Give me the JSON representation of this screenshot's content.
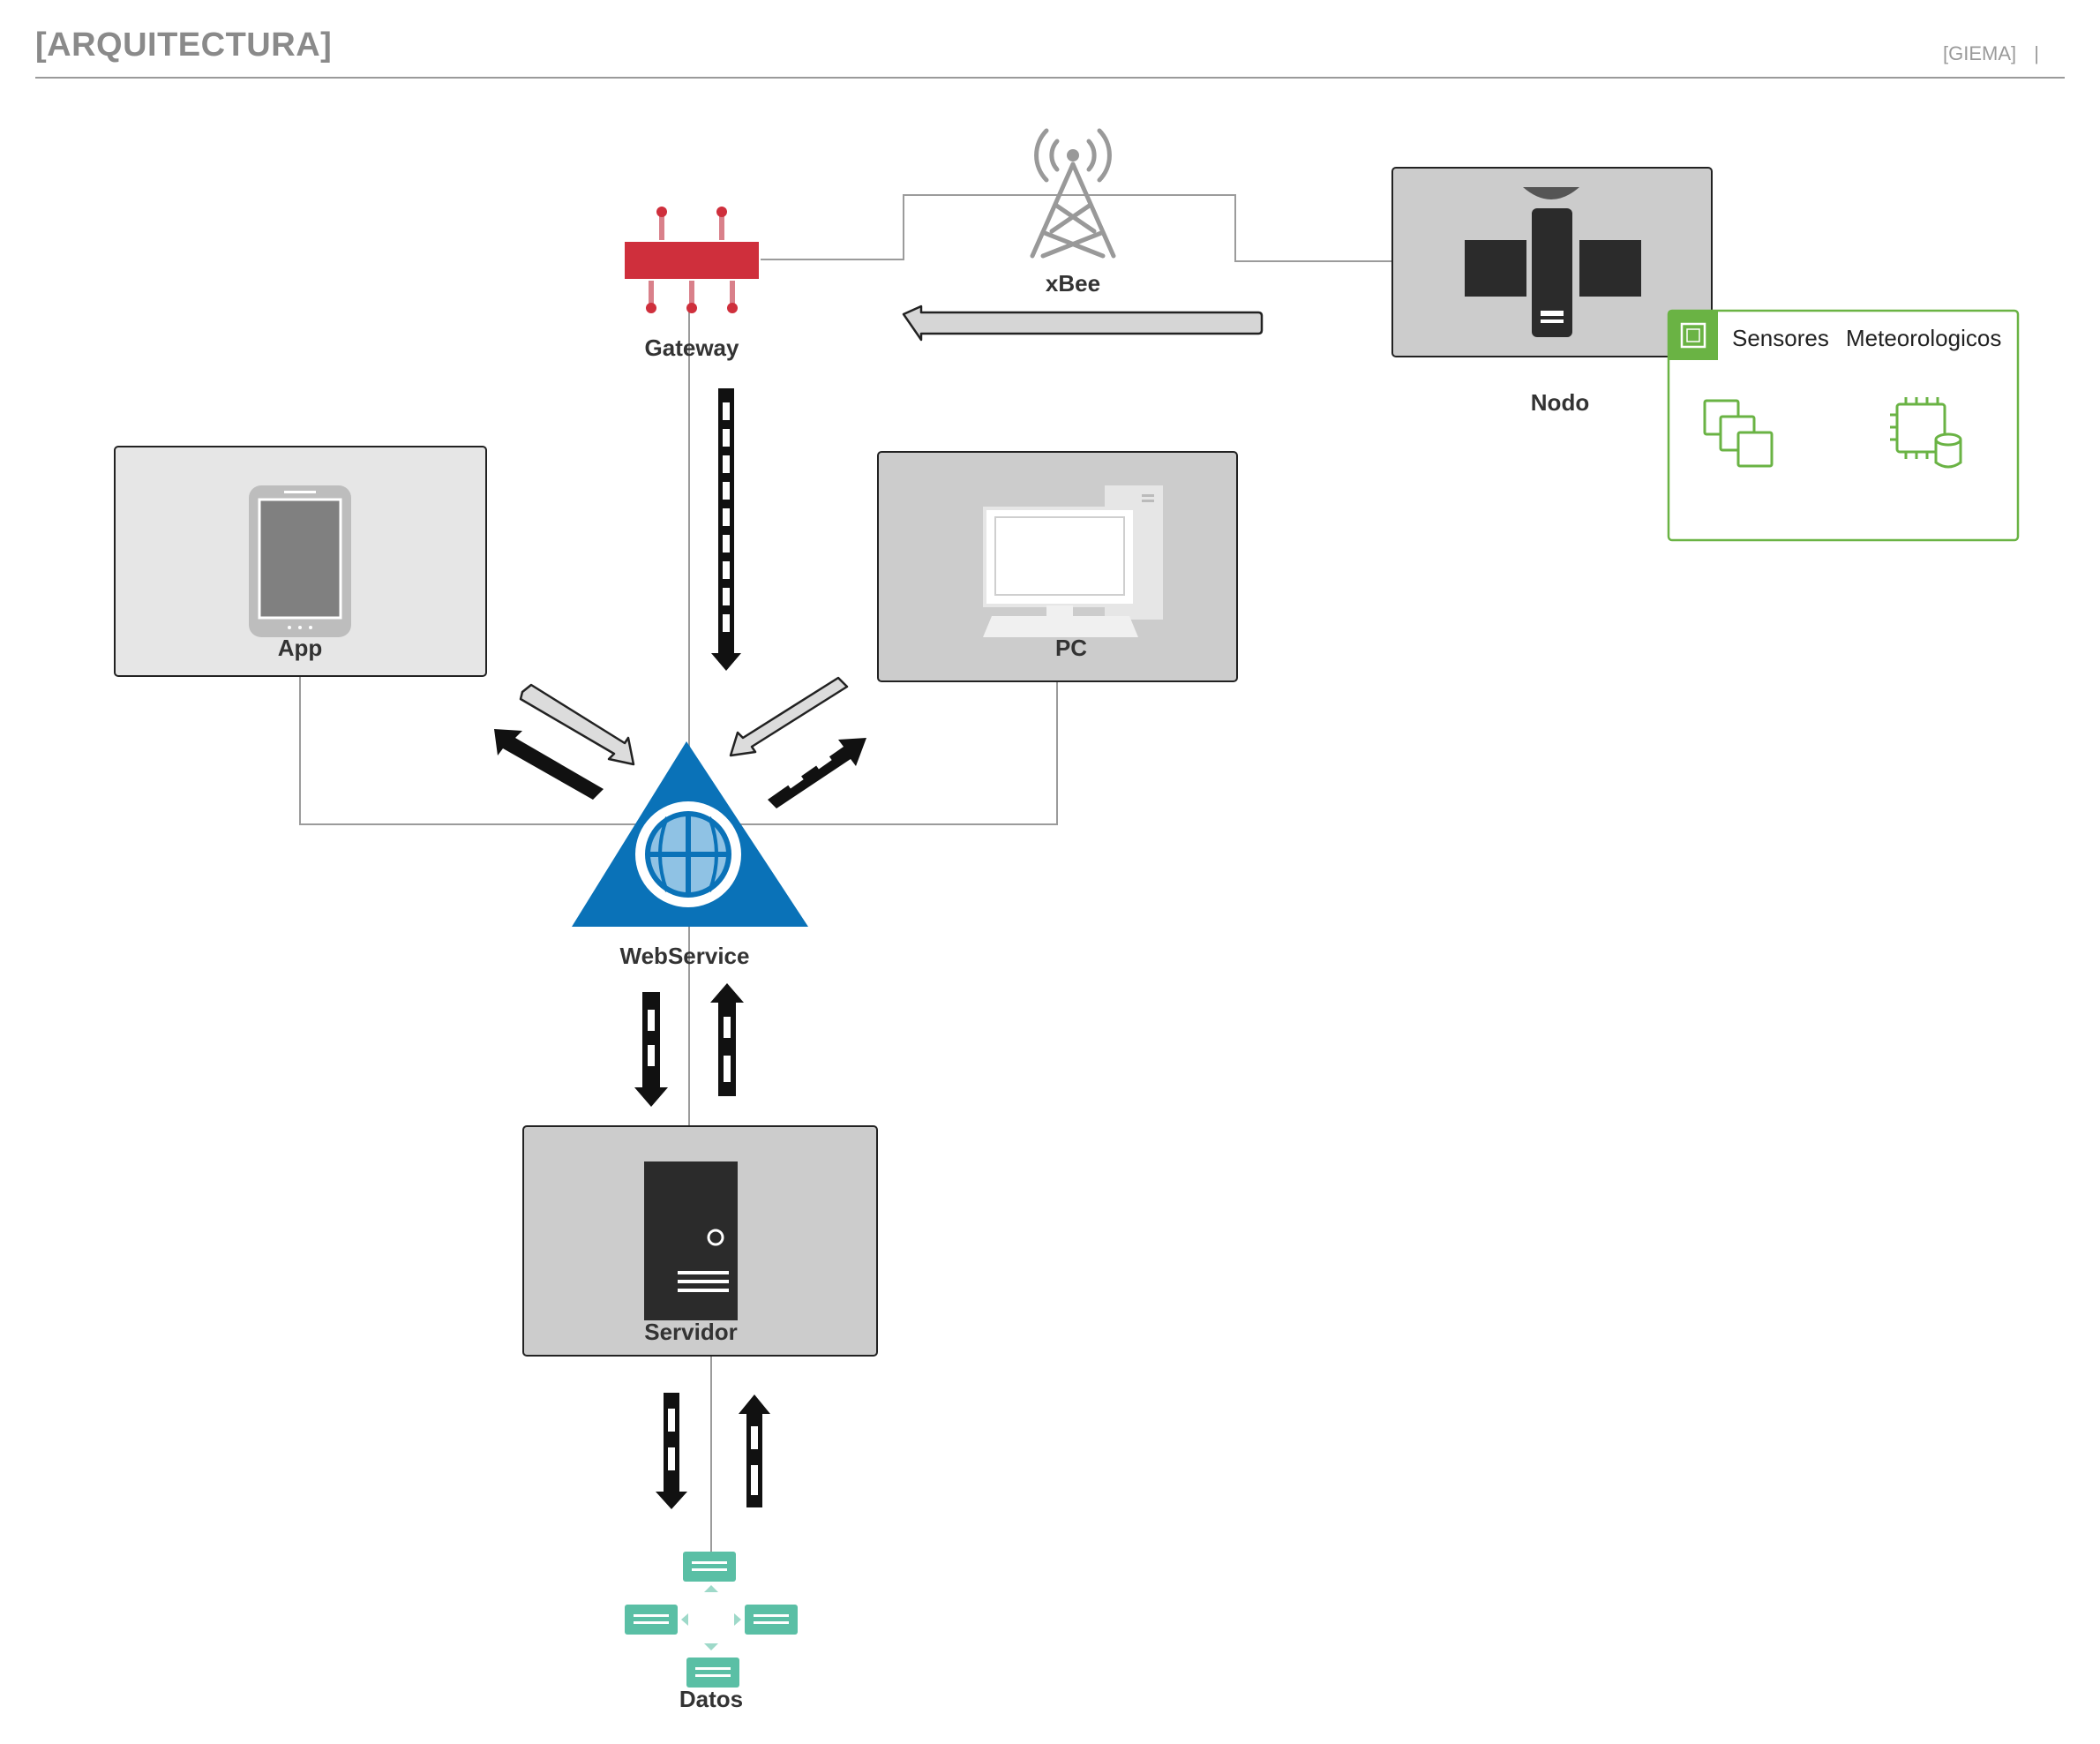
{
  "header": {
    "title": "[ARQUITECTURA]",
    "org": "[GIEMA]",
    "separator": "|"
  },
  "nodes": {
    "gateway": "Gateway",
    "xbee": "xBee",
    "nodo": "Nodo",
    "app": "App",
    "pc": "PC",
    "webservice": "WebService",
    "servidor": "Servidor",
    "datos": "Datos"
  },
  "sensor_group": {
    "label_1": "Sensores",
    "label_2": "Meteorologicos"
  },
  "colors": {
    "gateway_red": "#cf2f3c",
    "webservice_blue": "#0a72b8",
    "sensor_green": "#6ab344",
    "datos_teal": "#5abfa5",
    "box_gray": "#cccccc",
    "dark": "#2b2b2b"
  },
  "icons": [
    "router-icon",
    "antenna-tower-icon",
    "satellite-icon",
    "tablet-icon",
    "desktop-computer-icon",
    "globe-triangle-icon",
    "server-tower-icon",
    "database-cluster-icon",
    "chip-icon",
    "instances-icon",
    "chip-storage-icon"
  ]
}
